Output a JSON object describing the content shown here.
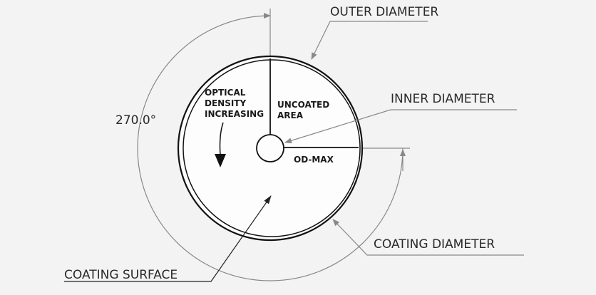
{
  "labels": {
    "outer_diameter": "OUTER DIAMETER",
    "inner_diameter": "INNER DIAMETER",
    "coating_diameter": "COATING DIAMETER",
    "coating_surface": "COATING SURFACE",
    "angle": "270.0°",
    "optical_density": [
      "OPTICAL",
      "DENSITY",
      "INCREASING"
    ],
    "uncoated_area": [
      "UNCOATED",
      "AREA"
    ],
    "od_max": "OD-MAX"
  }
}
